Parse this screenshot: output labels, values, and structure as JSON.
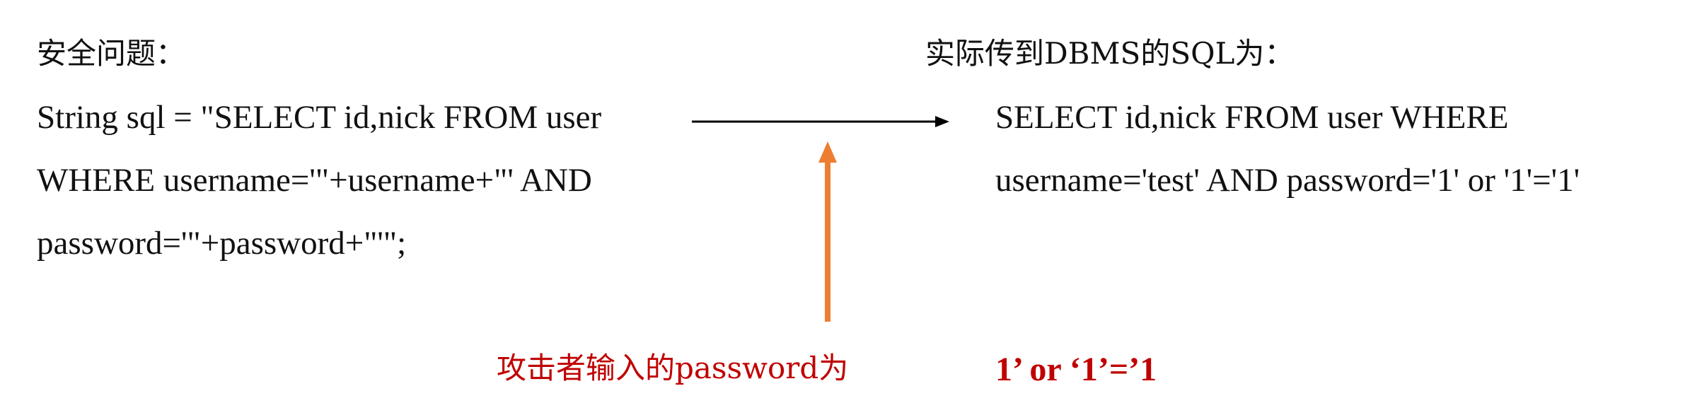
{
  "left": {
    "heading": "安全问题：",
    "code_lines": [
      "String sql = \"SELECT id,nick FROM user",
      "WHERE username='\"+username+\"' AND",
      "password='\"+password+\"'\";"
    ]
  },
  "right": {
    "heading": "实际传到DBMS的SQL为：",
    "sql_lines": [
      "SELECT id,nick FROM user WHERE",
      "username='test' AND password='1' or '1'='1'"
    ]
  },
  "annotation": {
    "label": "攻击者输入的password为",
    "payload": "1’ or ‘1’=’1"
  },
  "colors": {
    "text": "#111111",
    "annotation": "#c00000",
    "up_arrow": "#ed7d31",
    "flow_arrow": "#000000"
  }
}
